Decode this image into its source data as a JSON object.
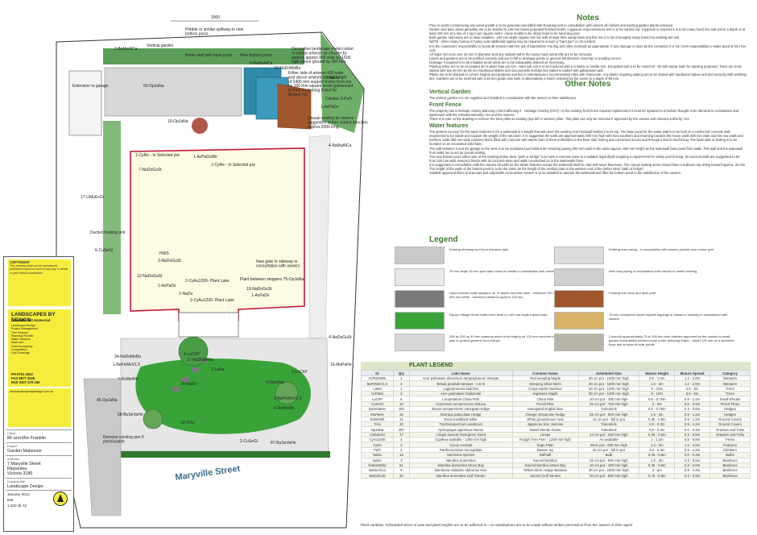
{
  "titleblock": {
    "copyright_title": "COPYRIGHT",
    "copyright_text": "This drawing shall not be reproduced published copied or used in any way in whole or part without permission",
    "company_line1": "LANDSCAPES BY DESIGN",
    "company_line2": "Domestic & Commercial",
    "services": [
      "Landscape Design",
      "Project Management",
      "Tree Reports",
      "Planning Permits",
      "Water features",
      "Multi Unit",
      "Dual Occupancy",
      "Consultation",
      "Civil Drawings"
    ],
    "phone": "PH 9751 2022",
    "fax": "FAX 9877 3226",
    "mobile": "Mob 0407 479 165",
    "web": "www.landscapesbydesign.com.au",
    "client_label": "Client",
    "client": "Mr and Mrs Franklin",
    "project_label": "Project",
    "project": "Garden Makeover",
    "address_label": "Address",
    "address1": "7 Maryville Street",
    "address2": "Ripponlea",
    "address3": "Victoria   3185",
    "drawing_label": "Drawing title",
    "drawing": "Landscape Design",
    "date": "January 2014",
    "drawn": "DM",
    "scale": "1:100 @ A2"
  },
  "plan": {
    "dim_top": "3000",
    "street": "Maryville Street",
    "labels": [
      "Pebble or similar spillway to new bottom pond",
      "Water wall with base pond",
      "New bottom pond",
      "Vertical garden",
      "2-BaMuAlCa",
      "3-BaMuAlCa",
      "Extension to garage",
      "60-OpJaNa",
      "10-OpJaNa",
      "10-NaDoMeBa",
      "2-NaDo",
      "Climber 2-PaTr",
      "1-AcPaDs",
      "Decorative landscape metal cutout or similar artwork as chosen by owners approx 900 wide by 1500 high above ground by 350 mm",
      "Either side of artwork 600 wide and above artwork to total height of 2400 mm support frame from top by 100 mm square mesh galvanised to form a climbing frame for Boston Ivy",
      "Casual seating by owners - suggested timber slatted benches approx 2000 long",
      "4-BaMuAlCa",
      "1-CyRe - In Selected pot",
      "1-AcPaDsWe",
      "1-CyRe - In Selected pot",
      "7-NaDoGuSt",
      "17-LiMuEvGi",
      "Ducted heating unit",
      "6-CuSeGl",
      "HWS",
      "3-NaDoGuSt",
      "12-NaDoGuSt",
      "1-AcPaDs",
      "2-CyAu1200- Plant Later",
      "Plant between steppers 75-OpJaNa",
      "New gate to sideway in consultation with owners",
      "1-NaDo",
      "2-CyAu1200- Plant Later",
      "10-NaDoGuSt",
      "1-AcPaDs",
      "4-LoChP",
      "17-NaDoMeBa",
      "34-NaDoMeBa",
      "1-BeFeWeV1.5",
      "7-RoMeWh",
      "1-LaNa",
      "4-OpJaNa",
      "1-LoChP",
      "16-MuPaHe",
      "16-NaDo",
      "1-BePeWeV1.5",
      "4-RoMeWh",
      "45-OpJaNa",
      "58-BuSeVaHe",
      "10-TrAs",
      "Remove existing pier if permissable",
      "2-CuSeGl",
      "87-BuSeVaHe",
      "4-NaDoGuSt"
    ]
  },
  "notes": {
    "title": "Notes",
    "paragraphs": [
      "Prior to works commencing any weed growth is to be poisoned and killed with Roundup and in consultation with owners all rubbish and existing garden plants removed.",
      "Garden and lawn areas generally are to be leveled to 100 mm below proposed finished levels. A gypsum responsiveness test is to be carried out. If gypsum is required it is to be rotary hoed into sub soil to a depth of at least 100 mm at a rate of 1 kg to per square metre. Areas enable to be rotary hoed to be hand dug over.",
      "Both garden and lawns are to have installed - 100 mm depth organic soil mix with at least 60% sandy loam and this mix is to be thoroughly rotary hoed into existing site soil.",
      "NOTE - when rotary hoeing in heavy soils additional ripping may be required to ensure a \"hard pan\" is not created.",
      "It is the contractors responsibility to locate all services with the aid of Dial Before You Dig and other methods as appropriate. If any damage is done by the contractor it is his / their responsibility to make good at his / her cost.",
      "All major old roots over 25 mm in diameter and any rubbish within the rotary hoed soil profile are to be removed.",
      "Lawns and gardens are to be profiled correctly and are to fall to drainage points or general fall direction ensuring no ponding occurs.",
      "Drainage if required is to be installed as-all areas are to be adequately drained as necessary.",
      "Planting holes are to be excavated 40 % wider than pot size. Hard sub soil is to be fractured with a crowbar or similar tool. Excavated soil is to be mixed 50 : 50 with sandy loam for planting purposes. Trees are to be staked with two 30 mm by 50 mm hardwood stakes and secured with hessian ties nailed to stakes with galvanised nails.",
      "Plants are to be planted to correct heights and positions and fed to manufacturers recommended rates with Osmocote. Any plants requiring staking are to be staked with hardwood stakes and tied securely with webbing ties. Gardens are to be mulched with a 20 mm grade pine bark or alternatively a mulch selected by the owner to a depth of 80 mm."
    ],
    "other_title": "Other Notes",
    "vertical_title": "Vertical Garden",
    "vertical_text": "The vertical garden is to be supplied and installed in consultation with the owners to their satisfaction.",
    "fence_title": "Front Fence",
    "fence_text": [
      "The property has a heritage overlay planning control affecting it - Heritage Overlay (HO7). As the existing front fence requires replacement it must be replaced in a fashion thought to be identical in consultation and agreement with the relevant authority / ies and the owners.",
      "There is a note on the drawing to remove the brick pillar as existing (top left or western pillar - this pillar can only be removed if approved by the owners and relevant authority / ies."
    ],
    "water_title": "Water features",
    "water_text": [
      "The general concept for the water features is for a waterwall to a height that will cover the existing rear brickwall behind it to its top. The base pond for the water wall is to be built on a reinforced concrete slab engineered to be stable and support the weight of the structure. It is suggested the walls are approximately 600 mm high with front southern and returning towards the house walls 300 mm wide and the rear walls and northern walls 200 mm wide masonry block filled with concrete with starter bars in them embedded in the base slab footing and connected across and through it tied to reinforcing. The base slab or footing is to be founded on an excavated solid base.",
      "The wall between it and the garage to the west is to be positioned just behind the retaining paving 300 mm wide to the same approx. 600 mm height as the waterwall base pond front walls. This wall and the waterwall front walls are to act as casual seating.",
      "The new bottom pond either side of the existing timber deck \"path or bridge\" is to have a concrete base to a suitable legal depth negating a requirement for safety pool fencing. Its external walls are suggested to be from 200 mm wide masonry blocks with its concrete base and walls constructed as in the waterwalls base.",
      "It is suggested in consultation with the owners all walls for the Water features except the waterwall itself be clad with sawn bluestone. The casual seating areas should have a bullnose top sitting forward approx. 30 mm.",
      "The height of the walls of the bottom pond is to be the same as the height of the existing step to the western end of the timber deck \"path or bridge\".",
      "Suitable approved filters and pumps and adjustable recirculation system is to be installed to operate the waterwall and filter the bottom pond to the satisfaction of the owners."
    ]
  },
  "legend": {
    "title": "Legend",
    "left": [
      {
        "text": "Existing driveway and front entrance path",
        "swatch": "#c9c9c9"
      },
      {
        "text": "75 mm depth 20 mm pine bark mulch or similar in consultation with owners",
        "swatch": "#e8e8e8"
      },
      {
        "text": "Hand selected slate steppers on 75 depth concrete base - minimum 750 mm length by 500 mm width - maximum distance apart is 100 mm",
        "swatch": "#7a7a7a"
      },
      {
        "text": "Kikuyu Village Green turfed from lawn on 100 mm depth topsoil base",
        "swatch": "#39a33a"
      },
      {
        "text": "200 by 200 by 40 mm masonry paver brick edging on 125 mm concrete base with mortar joint to protect gardens from Kikuyu",
        "swatch": "#d8d8d8"
      }
    ],
    "right": [
      {
        "text": "Existing rear paving - in consultation with owners provide new mortar joint",
        "swatch": "#dcdcdc"
      },
      {
        "text": "New rear paving in consultation with owners to match existing",
        "swatch": "#cfcfcf"
      },
      {
        "text": "Existing rear deck and deck path",
        "swatch": "#a0572b"
      },
      {
        "text": "75 mm compacted depth Lilydale toppings or similar to sideway in consultation with owners",
        "swatch": "#d9b26a"
      },
      {
        "text": "Colourful approximately 75 to 100 mm river pobbles approved by the owners to small garden immediately behind house under Weeping Maple - depth 125 mm on a weedmat base and to base of bolle ponds",
        "swatch": "#b9b4a8"
      }
    ]
  },
  "plant_legend": {
    "title": "PLANT LEGEND",
    "headers": [
      "ID",
      "Qty",
      "Latin Name",
      "Common Name",
      "Scheduled Size",
      "Mature Height",
      "Mature Spread",
      "Category"
    ],
    "rows": [
      [
        "AcPaDsWe",
        "1",
        "Acer palmatum dissectum atropurpureum Weeper",
        "Red weeping Maple",
        "30 cm pot - 1200 mm high",
        "0.9 - 1.5m",
        "1.2 - 2.0m",
        "Weepers"
      ],
      [
        "BePeWeV1.5",
        "2",
        "Betula pendula Weeper - 1.5 M",
        "Weeping Silver Birch",
        "30 cm pot - 1500 mm high",
        "1.5 - 3m",
        "1.2 - 2.0m",
        "Weepers"
      ],
      [
        "LaNa",
        "1",
        "Lagerstroemia Natchez",
        "Crepe Myrtle Natchez",
        "30 cm pot - 1200 mm high",
        "8 - 10m",
        "3.5 - 6m",
        "Trees"
      ],
      [
        "AcPaDs",
        "3",
        "Acer palmatum Osakazuki",
        "Japanese Maple",
        "30 cm pot - 1200 mm high",
        "5 - 10m",
        "3.5 - 6m",
        "Trees"
      ],
      [
        "LoChP",
        "6",
        "Loropetalum China Pink",
        "China Pink",
        "20 cm pot - 400 mm high",
        "0.6 - 0.75m",
        "0.9 - 1.2m",
        "Small Shrubs"
      ],
      [
        "CuSeGl",
        "10",
        "Cupressus sempervirens Glauca",
        "Pencil Pine",
        "25 cm pot - 750 mm high",
        "3 - 5m",
        "0.6 - 0.9m",
        "Pencil Pines"
      ],
      [
        "BuSeVaHe",
        "162",
        "Buxus sempervirens variegata Hedge",
        "Variegated English Box",
        "Tubestock",
        "0.6 - 0.75m",
        "0.3 - 0.6m",
        "Hedges"
      ],
      [
        "MuPaHe",
        "16",
        "Murraya paniculata Hedge",
        "Orange Jessamine hedge",
        "25 cm pot - 800 mm high",
        "1.5 - 3m",
        "0.9 - 1.2m",
        "Hedges"
      ],
      [
        "RoMeWh",
        "11",
        "Rosa meidiland white",
        "White groundcover rose",
        "14 cm pot - full in pot",
        "0.45 - 0.6m",
        "0.9 - 1.2m",
        "Ground Covers"
      ],
      [
        "TrAs",
        "10",
        "Trachelospermum asiaticum",
        "Japanese Star Jasmine",
        "Tubestock",
        "0.0 - 0.3m",
        "0.9 - 1.2m",
        "Ground Covers"
      ],
      [
        "OpJaNa",
        "257",
        "Ophiopogon japonicus Nanus",
        "Dwarf Mondo Grass",
        "Tubestock",
        "0.0 - 0.3m",
        "0.0 - 0.3m",
        "Grasses and Tufts"
      ],
      [
        "LiMuEvGi",
        "17",
        "Liriope muscari Evergreen Giant",
        "Liriope",
        "14 cm pot - 250 mm high",
        "0.45 - 0.6m",
        "0.3 - 0.6m",
        "Grasses and Tufts"
      ],
      [
        "CyAu1200",
        "4",
        "Cyathea australis - 1200 mm high",
        "Rough Tree Fern - 1200 mm high",
        "As available",
        "1 - 1.2m",
        "0.6 - 0.9m",
        "Ferns"
      ],
      [
        "CyRe",
        "2",
        "Cycas revoluta",
        "Sago Palm",
        "25cm pot - 600 mm high",
        "1.5 - 3m",
        "1.2 - 2.0m",
        "Features"
      ],
      [
        "PaTr",
        "2",
        "Parthenocissus tricuspidata",
        "Boston Ivy",
        "20 cm pot - full in pot",
        "0.0 - 0.3m",
        "0.9 - 1.2m",
        "Climbers"
      ],
      [
        "NaDo",
        "16",
        "Narcissus species",
        "Daffodil",
        "Bulb",
        "0.45 - 0.6m",
        "0.0 - 0.3m",
        "Bulbs"
      ],
      [
        "NaDo",
        "3",
        "Nandina domestica",
        "Sacred bamboo",
        "25 cm pot - 800 mm high",
        "1.5 - 3m",
        "0.3 - 0.6m",
        "Bamboos"
      ],
      [
        "NaDoMeBa",
        "61",
        "Nandina domestica Moon Bay",
        "Sacred bamboo Moon Bay",
        "20 cm pot - 400 mm high",
        "0.45 - 0.6m",
        "0.3 - 0.6m",
        "Bamboos"
      ],
      [
        "BaMuAlCa",
        "9",
        "Bambusa multiplex Alphonse Karr",
        "Yellow Stem Hedge Bamboo",
        "30 cm pot - 1500 mm high",
        "3 - 5m",
        "0.9 - 1.2m",
        "Bamboos"
      ],
      [
        "NaDoGuSt",
        "42",
        "Nandina domestica Gulf Stream",
        "Sacred Gulf Stream",
        "20 cm pot - 500 mm high",
        "0.75 - 0.9m",
        "0.3 - 0.6m",
        "Bamboos"
      ]
    ],
    "footer": "Plant varieties, Scheduled Sizes of pots and plant heights are to be adhered to - no substitutions are to be made without written permission from the owners or their agent"
  },
  "colors": {
    "accent_green": "#3e7a2f",
    "lawn": "#39a33a",
    "deck": "#a0572b",
    "logo_yellow": "#f6ec3c",
    "house_border": "#c2163a",
    "water": "#2f8aa8"
  }
}
